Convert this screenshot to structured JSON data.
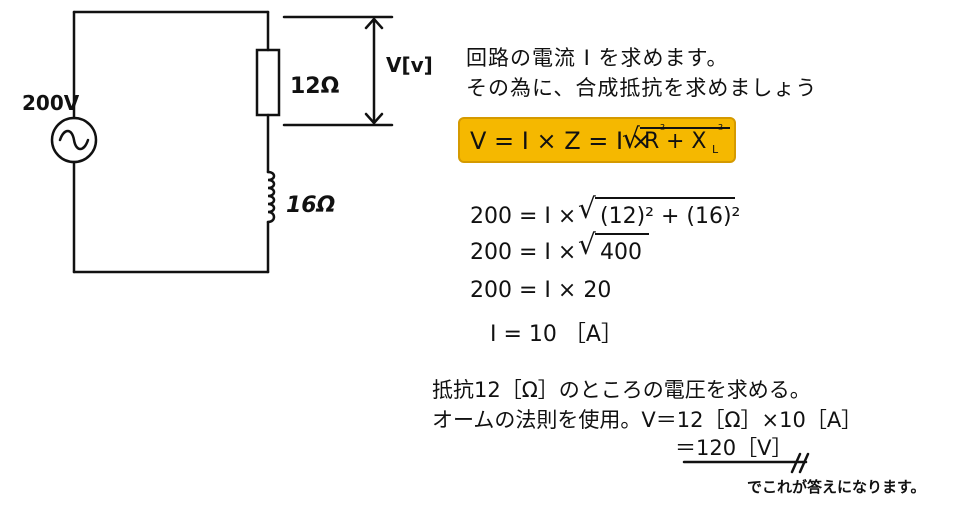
{
  "circuit": {
    "source_label": "200V",
    "resistor_label": "12Ω",
    "inductor_label": "16Ω",
    "voltage_label": "V[v]"
  },
  "explanation": {
    "line1": "回路の電流 I を求めます。",
    "line2": "その為に、合成抵抗を求めましょう"
  },
  "formula": {
    "lhs": "V = I × Z = I × ",
    "r": "R",
    "sq": "²",
    "plus": " + X",
    "sub": "L",
    "sq2": "²"
  },
  "calculation": {
    "step1_left": "200 =  I  × ",
    "step1_radicand": "(12)² + (16)²",
    "step2_left": "200 =  I  × ",
    "step2_radicand": "400",
    "step3": "200 =  I  ×  20",
    "step4": "I  =  10 ［A］"
  },
  "voltage_section": {
    "line1": "抵抗12［Ω］のところの電圧を求める。",
    "line2": "オームの法則を使用。V＝12［Ω］×10［A］",
    "line3": "＝120［V］",
    "note": "でこれが答えになります。"
  }
}
